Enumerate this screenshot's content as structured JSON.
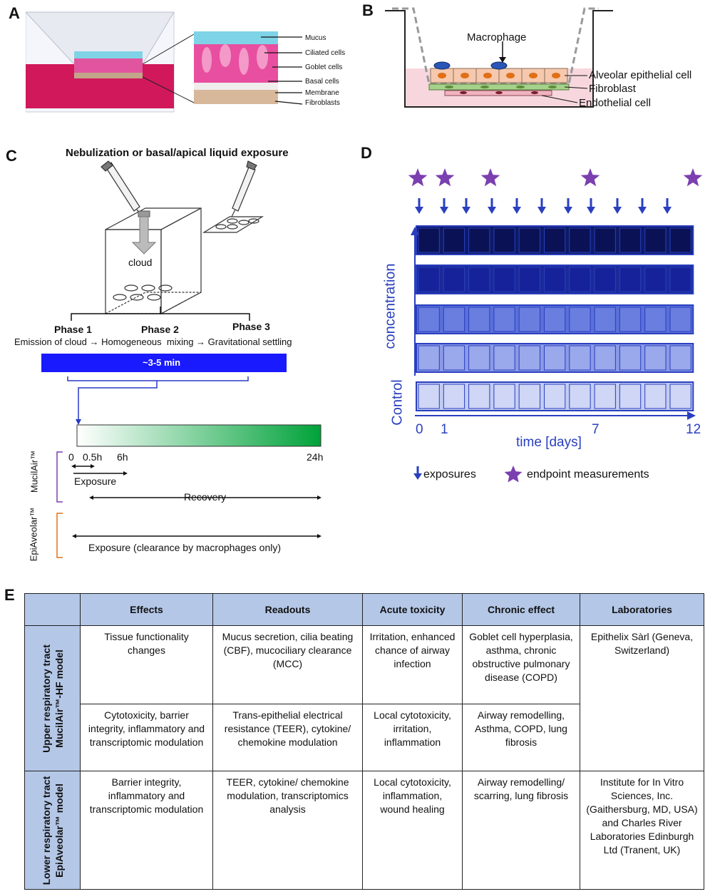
{
  "panels": {
    "a": "A",
    "b": "B",
    "c": "C",
    "d": "D",
    "e": "E"
  },
  "panel_a": {
    "labels": [
      "Mucus",
      "Ciliated cells",
      "Goblet cells",
      "Basal cells",
      "Membrane",
      "Fibroblasts"
    ]
  },
  "panel_b": {
    "macrophage": "Macrophage",
    "alveolar": "Alveolar epithelial cell",
    "fibroblast": "Fibroblast",
    "endothelial": "Endothelial cell"
  },
  "panel_c": {
    "title": "Nebulization or basal/apical liquid exposure",
    "cloud": "cloud",
    "phase1": "Phase 1",
    "phase2": "Phase 2",
    "phase3": "Phase 3",
    "phase_desc": "Emission of cloud → Homogeneous  mixing → Gravitational settling",
    "duration": "~3-5 min",
    "t0": "0",
    "t05": "0.5h",
    "t6": "6h",
    "t24": "24h",
    "mucilair": "MucilAir™",
    "epialveolar": "EpiAveolar™",
    "exposure": "Exposure",
    "recovery": "Recovery",
    "exposure_clearance": "Exposure (clearance by macrophages only)"
  },
  "panel_d": {
    "ylabel": "concentration",
    "control": "Control",
    "xlabel": "time [days]",
    "ticks": [
      "0",
      "1",
      "7",
      "12"
    ],
    "legend_exposures": "exposures",
    "legend_endpoints": "endpoint measurements",
    "row_colors": [
      "#0d1a66",
      "#1a2a99",
      "#5b6fd9",
      "#8a9ae6",
      "#c3ccf2"
    ],
    "cell_colors": [
      "#0a1255",
      "#16229a",
      "#6a7ee0",
      "#9aa8ec",
      "#cfd6f6"
    ]
  },
  "table": {
    "headers": [
      "Effects",
      "Readouts",
      "Acute toxicity",
      "Chronic effect",
      "Laboratories"
    ],
    "upper_label_1": "Upper respiratory tract",
    "upper_label_2": "MucilAir™-HF  model",
    "lower_label_1": "Lower respiratory tract",
    "lower_label_2": "EpiAveolar™ model",
    "rows": [
      {
        "effects": "Tissue functionality changes",
        "readouts": "Mucus secretion, cilia beating (CBF), mucociliary clearance (MCC)",
        "acute": "Irritation, enhanced chance of airway infection",
        "chronic": "Goblet cell hyperplasia, asthma, chronic obstructive pulmonary disease (COPD)",
        "labs": "Epithelix Sàrl (Geneva, Switzerland)"
      },
      {
        "effects": "Cytotoxicity, barrier integrity, inflammatory and transcriptomic modulation",
        "readouts": "Trans-epithelial electrical resistance (TEER), cytokine/ chemokine modulation",
        "acute": "Local cytotoxicity, irritation, inflammation",
        "chronic": "Airway remodelling, Asthma, COPD, lung fibrosis"
      },
      {
        "effects": "Barrier integrity, inflammatory and transcriptomic modulation",
        "readouts": "TEER, cytokine/ chemokine modulation, transcriptomics analysis",
        "acute": "Local cytotoxicity, inflammation, wound healing",
        "chronic": "Airway remodelling/ scarring, lung fibrosis",
        "labs": "Institute for In Vitro Sciences, Inc. (Gaithersburg, MD, USA) and Charles River Laboratories Edinburgh Ltd (Tranent, UK)"
      }
    ]
  }
}
